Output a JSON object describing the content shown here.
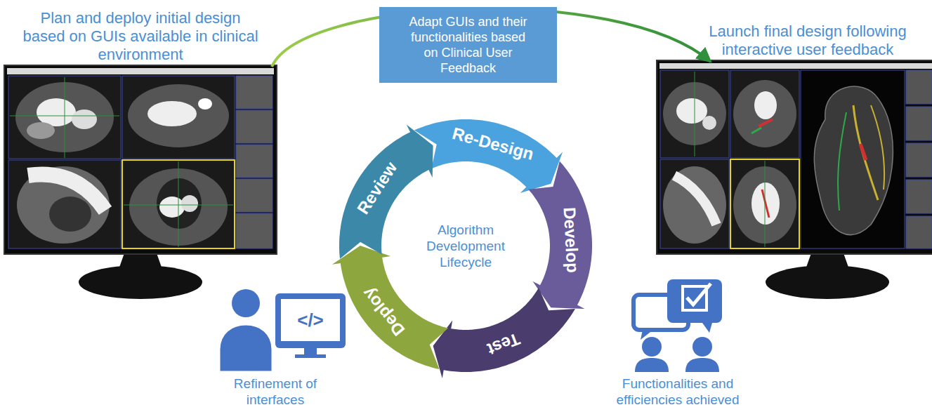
{
  "diagram": {
    "nodes": [
      {
        "text": [
          "Plan and deploy initial design based on GUIs available in clinical environment"
        ]
      },
      {
        "text": [
          "Adapt GUIs and their functionalities based on Clinical User Feedback"
        ]
      },
      {
        "text": [
          "Launch final design following interactive user feedback"
        ]
      },
      {
        "text": [
          "Re-Design"
        ]
      },
      {
        "text": [
          "Develop"
        ]
      },
      {
        "text": [
          "Test"
        ]
      },
      {
        "text": [
          "Deploy"
        ]
      },
      {
        "text": [
          "Review"
        ]
      }
    ],
    "edges": [
      {
        "from": 0,
        "to": 2,
        "arrow": "to"
      }
    ],
    "labels": [
      "Algorithm Development Lifecycle",
      "</>",
      "Refinement of interfaces",
      "Functionalities and efficiencies achieved"
    ]
  }
}
